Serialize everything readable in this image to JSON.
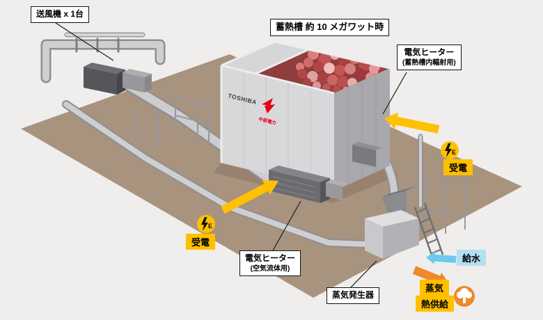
{
  "scene": {
    "background": "#efeeec",
    "platform": "#a8937f"
  },
  "brand": {
    "toshiba": "TOSHIBA",
    "chubu": "中部電力"
  },
  "callouts": {
    "blower": "送風機 x 1台",
    "tank": "蓄熱槽 約 10 メガワット時",
    "heater_tank_title": "電気ヒーター",
    "heater_tank_sub": "(蓄熱槽内輻射用)",
    "heater_air_title": "電気ヒーター",
    "heater_air_sub": "(空気流体用)",
    "steam_generator": "蒸気発生器"
  },
  "badges": {
    "power_in": "受電",
    "water": "給水",
    "steam": "蒸気",
    "heat_supply": "熱供給",
    "bolt_letter": "E"
  },
  "colors": {
    "accent_yellow": "#ffc000",
    "steam_orange": "#ee8a2b",
    "water_blue": "#6cc9ec",
    "water_label_bg": "#b3e0f2",
    "rock_red": "#c05050",
    "logo_red": "#e60012"
  }
}
